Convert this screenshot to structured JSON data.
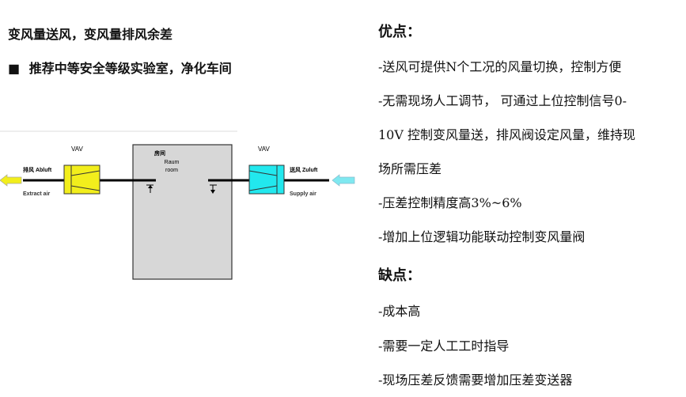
{
  "left": {
    "heading": "变风量送风，变风量排风余差",
    "bullet": "■",
    "recommend": "推荐中等安全等级实验室，净化车间"
  },
  "diagram": {
    "vav_left": "VAV",
    "vav_right": "VAV",
    "room_cn": "房间",
    "room_de": "Raum",
    "room_en": "room",
    "exhaust_label": "排风 Abluft",
    "extract_air": "Extract air",
    "supply_label": "送风 Zuluft",
    "supply_air": "Supply air",
    "colors": {
      "exhaust_vav": "#f2ee1c",
      "supply_vav": "#22e8ee",
      "room": "#d7d7d7"
    }
  },
  "pros": {
    "title": "优点：",
    "items": [
      "-送风可提供N个工况的风量切换，控制方便",
      "-无需现场人工调节，  可通过上位控制信号0-",
      "10V 控制变风量送，排风阀设定风量，维持现",
      "场所需压差",
      "-压差控制精度高3%~6%",
      "-增加上位逻辑功能联动控制变风量阀"
    ]
  },
  "cons": {
    "title": "缺点：",
    "items": [
      "-成本高",
      "-需要一定人工工时指导",
      "-现场压差反馈需要增加压差变送器"
    ]
  }
}
